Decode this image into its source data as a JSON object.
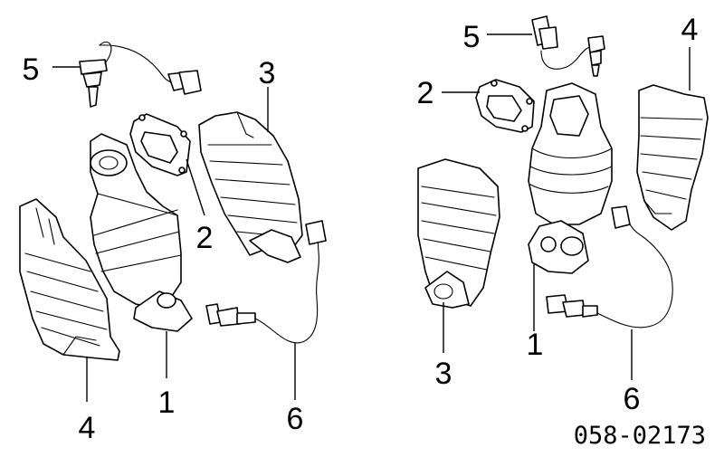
{
  "callouts": {
    "left": {
      "c1": "1",
      "c2": "2",
      "c3": "3",
      "c4": "4",
      "c5": "5",
      "c6": "6"
    },
    "right": {
      "c1": "1",
      "c2": "2",
      "c3": "3",
      "c4": "4",
      "c5": "5",
      "c6": "6"
    }
  },
  "part_code": "058-02173",
  "colors": {
    "line": "#000000",
    "background": "#ffffff"
  }
}
